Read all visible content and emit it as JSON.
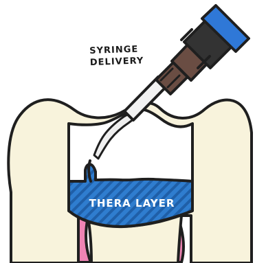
{
  "labels": {
    "syringe_line1": "SYRINGE",
    "syringe_line2": "DELIVERY",
    "thera_layer": "THERA LAYER"
  },
  "colors": {
    "outline": "#1f1f1f",
    "tooth": "#f8f3dc",
    "gum": "#ef84b4",
    "pulp": "#2f7dcf",
    "pulp_stripe": "#1f5fa8",
    "syringe_cap": "#2f78d7",
    "syringe_body": "#6a4d43",
    "syringe_barrel": "#333333",
    "needle": "#efefef"
  },
  "icons": {
    "tooth": "tooth-icon",
    "syringe": "syringe-icon",
    "needle": "needle-icon"
  }
}
